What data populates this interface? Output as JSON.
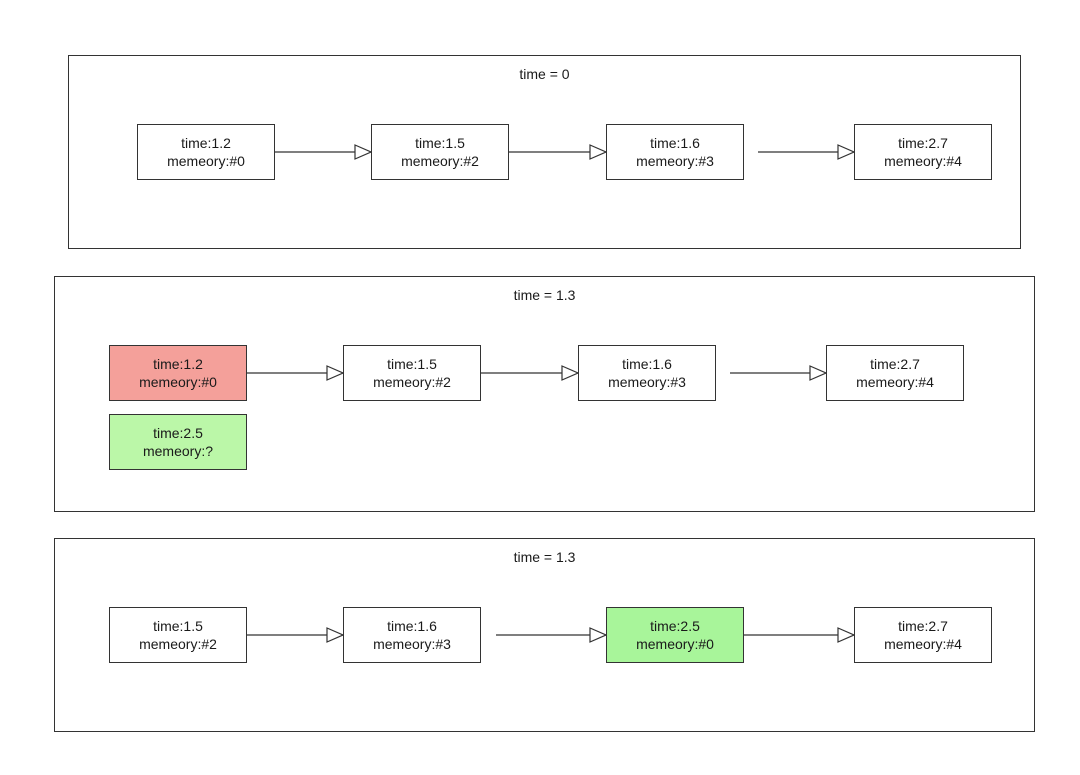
{
  "colors": {
    "removed_fill": "#f4a09a",
    "inserted_fill": "#bbf7a8",
    "inserted_fill_strong": "#a8f59a",
    "border": "#333333"
  },
  "panels": [
    {
      "title": "time = 0",
      "nodes": [
        {
          "time": "time:1.2",
          "memory": "memeory:#0",
          "state": "normal"
        },
        {
          "time": "time:1.5",
          "memory": "memeory:#2",
          "state": "normal"
        },
        {
          "time": "time:1.6",
          "memory": "memeory:#3",
          "state": "normal"
        },
        {
          "time": "time:2.7",
          "memory": "memeory:#4",
          "state": "normal"
        }
      ]
    },
    {
      "title": "time = 1.3",
      "nodes": [
        {
          "time": "time:1.2",
          "memory": "memeory:#0",
          "state": "removed"
        },
        {
          "time": "time:1.5",
          "memory": "memeory:#2",
          "state": "normal"
        },
        {
          "time": "time:1.6",
          "memory": "memeory:#3",
          "state": "normal"
        },
        {
          "time": "time:2.7",
          "memory": "memeory:#4",
          "state": "normal"
        },
        {
          "time": "time:2.5",
          "memory": "memeory:?",
          "state": "inserted"
        }
      ]
    },
    {
      "title": "time = 1.3",
      "nodes": [
        {
          "time": "time:1.5",
          "memory": "memeory:#2",
          "state": "normal"
        },
        {
          "time": "time:1.6",
          "memory": "memeory:#3",
          "state": "normal"
        },
        {
          "time": "time:2.5",
          "memory": "memeory:#0",
          "state": "inserted"
        },
        {
          "time": "time:2.7",
          "memory": "memeory:#4",
          "state": "normal"
        }
      ]
    }
  ]
}
